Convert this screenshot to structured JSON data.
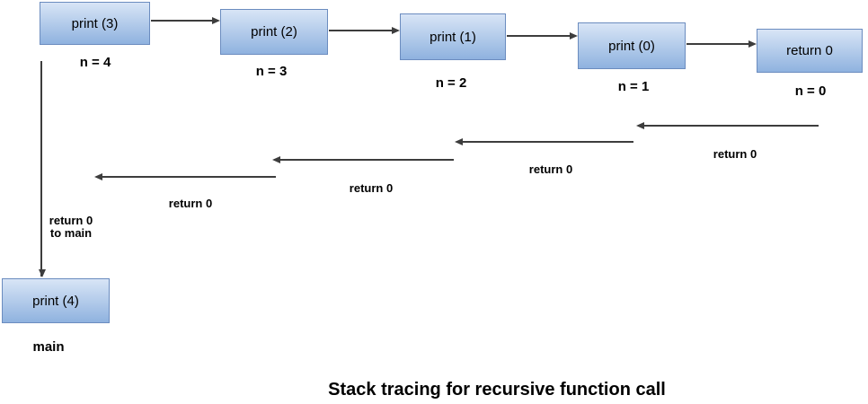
{
  "diagram": {
    "title": "Stack tracing for recursive function call",
    "call_boxes": [
      {
        "label": "print (3)",
        "var_label": "n = 4"
      },
      {
        "label": "print (2)",
        "var_label": "n = 3"
      },
      {
        "label": "print (1)",
        "var_label": "n = 2"
      },
      {
        "label": "print (0)",
        "var_label": "n = 1"
      },
      {
        "label": "return 0",
        "var_label": "n = 0"
      }
    ],
    "return_arrow_labels": [
      "return 0",
      "return 0",
      "return 0",
      "return 0"
    ],
    "return_to_main": {
      "line1": "return 0",
      "line2": "to main"
    },
    "main_box": {
      "label": "print (4)",
      "caption": "main"
    },
    "colors": {
      "box_fill_top": "#d8e5f6",
      "box_fill_bottom": "#8fb2df",
      "box_border": "#6b8cbf",
      "arrow": "#3d3d3d"
    }
  }
}
